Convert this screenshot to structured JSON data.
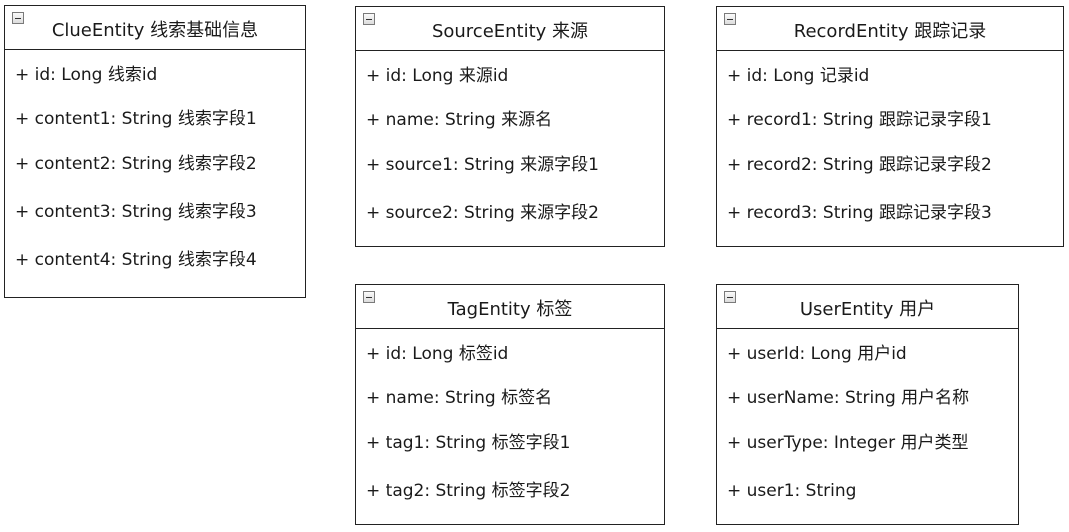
{
  "entities": {
    "clue": {
      "title": "ClueEntity 线索基础信息",
      "attributes": [
        "+ id: Long   线索id",
        "+ content1: String 线索字段1",
        "+ content2: String 线索字段2",
        "+ content3: String 线索字段3",
        "+ content4: String 线索字段4"
      ]
    },
    "source": {
      "title": "SourceEntity 来源",
      "attributes": [
        "+ id: Long   来源id",
        "+ name: String 来源名",
        "+ source1: String 来源字段1",
        "+ source2: String 来源字段2"
      ]
    },
    "record": {
      "title": "RecordEntity 跟踪记录",
      "attributes": [
        "+ id: Long  记录id",
        "+ record1: String 跟踪记录字段1",
        "+ record2: String 跟踪记录字段2",
        "+ record3: String 跟踪记录字段3"
      ]
    },
    "tag": {
      "title": "TagEntity 标签",
      "attributes": [
        "+ id: Long   标签id",
        "+ name: String 标签名",
        "+ tag1: String 标签字段1",
        "+ tag2: String 标签字段2"
      ]
    },
    "user": {
      "title": "UserEntity 用户",
      "attributes": [
        "+ userId: Long   用户id",
        "+ userName: String 用户名称",
        "+ userType: Integer 用户类型",
        "+ user1: String"
      ]
    }
  }
}
